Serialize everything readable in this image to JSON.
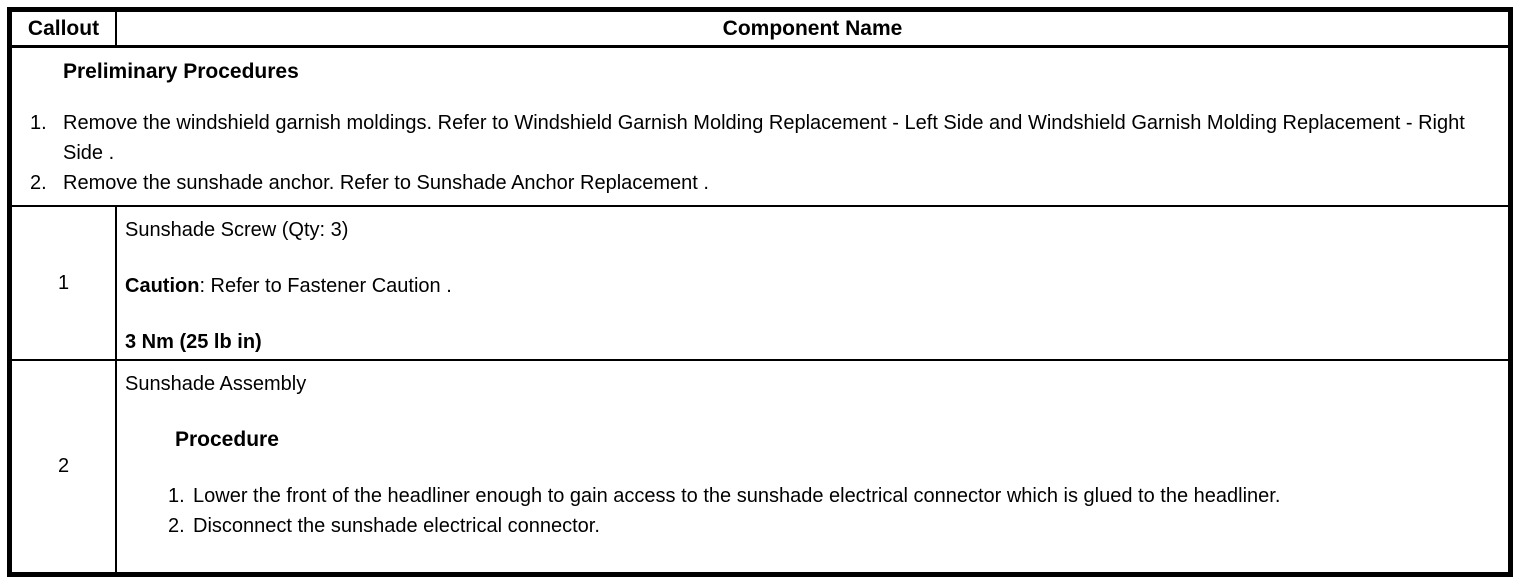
{
  "header": {
    "callout": "Callout",
    "component_name": "Component Name"
  },
  "preliminary": {
    "title": "Preliminary Procedures",
    "steps": [
      {
        "num": "1.",
        "text": "Remove the windshield garnish moldings. Refer to Windshield Garnish Molding Replacement - Left Side and Windshield Garnish Molding Replacement - Right Side ."
      },
      {
        "num": "2.",
        "text": "Remove the sunshade anchor. Refer to Sunshade Anchor Replacement ."
      }
    ]
  },
  "rows": [
    {
      "callout": "1",
      "component": "Sunshade Screw (Qty: 3)",
      "caution_label": "Caution",
      "caution_text": ": Refer to Fastener Caution .",
      "torque": "3 Nm (25 lb in)"
    },
    {
      "callout": "2",
      "component": "Sunshade Assembly",
      "procedure_title": "Procedure",
      "steps": [
        {
          "num": "1.",
          "text": "Lower the front of the headliner enough to gain access to the sunshade electrical connector which is glued to the headliner."
        },
        {
          "num": "2.",
          "text": "Disconnect the sunshade electrical connector."
        }
      ]
    }
  ],
  "colors": {
    "border": "#000000",
    "text": "#000000",
    "background": "#ffffff"
  }
}
